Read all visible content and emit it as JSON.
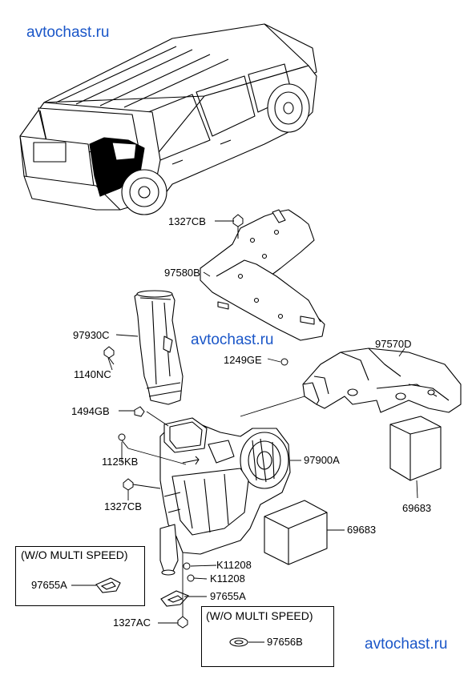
{
  "watermark": {
    "text": "avtochast.ru",
    "color": "#1a56c8"
  },
  "inset_boxes": [
    {
      "title": "(W/O MULTI SPEED)",
      "part": "97655A"
    },
    {
      "title": "(W/O MULTI SPEED)",
      "part": "97656B"
    }
  ],
  "part_labels": {
    "p1327CB_top": "1327CB",
    "p97580B": "97580B",
    "p97930C": "97930C",
    "p1140NC": "1140NC",
    "p1249GE": "1249GE",
    "p97570D": "97570D",
    "p1494GB": "1494GB",
    "p1125KB": "1125KB",
    "p97900A": "97900A",
    "p1327CB_mid": "1327CB",
    "p69683_right": "69683",
    "p69683_mid": "69683",
    "p97655A": "97655A",
    "pK11208_a": "K11208",
    "pK11208_b": "K11208",
    "p1327AC": "1327AC"
  }
}
